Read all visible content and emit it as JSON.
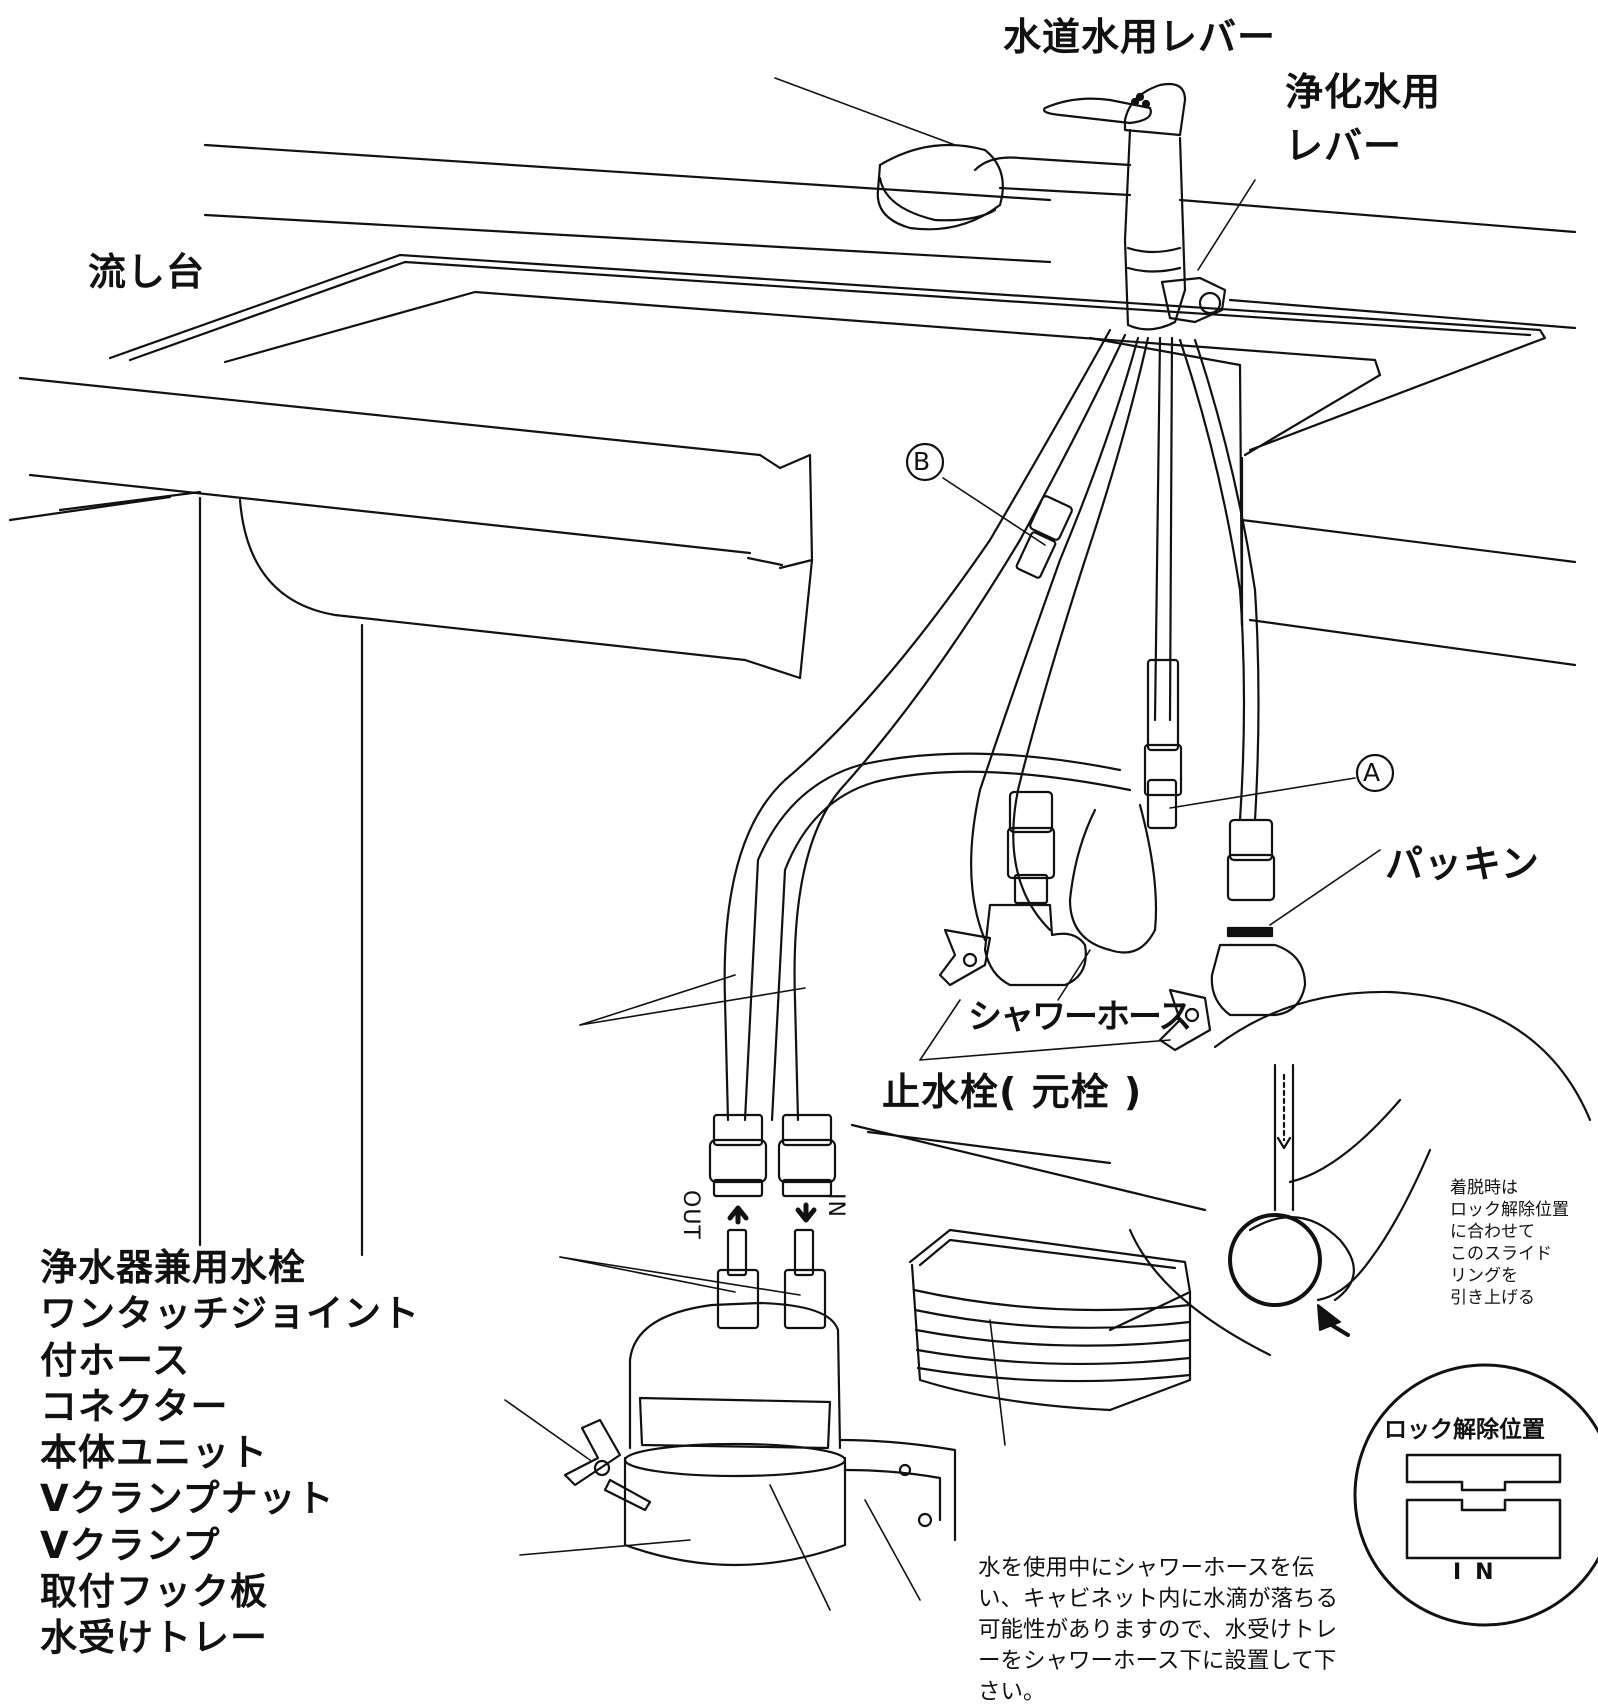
{
  "labels": {
    "tap_lever": "水道水用レバー",
    "purified_lever_1": "浄化水用",
    "purified_lever_2": "レバー",
    "sink": "流し台",
    "mark_b": "B",
    "mark_a": "A",
    "packing": "パッキン",
    "shower_hose": "シャワーホース",
    "stop_valve": "止水栓( 元栓 )",
    "out": "OUT",
    "in": "IN"
  },
  "legend": [
    "浄水器兼用水栓",
    "ワンタッチジョイント",
    "付ホース",
    "コネクター",
    "本体ユニット",
    "Vクランプナット",
    "Vクランプ",
    "取付フック板",
    "水受けトレー"
  ],
  "detail": {
    "instruction_lines": [
      "着脱時は",
      "ロック解除位置",
      "に合わせて",
      "このスライド",
      "リングを",
      "引き上げる"
    ],
    "lock_title": "ロック解除位置",
    "lock_in": "IN"
  },
  "note_text": "水を使用中にシャワーホースを伝い、キャビネット内に水滴が落ちる可能性がありますので、水受けトレーをシャワーホース下に設置して下さい。"
}
